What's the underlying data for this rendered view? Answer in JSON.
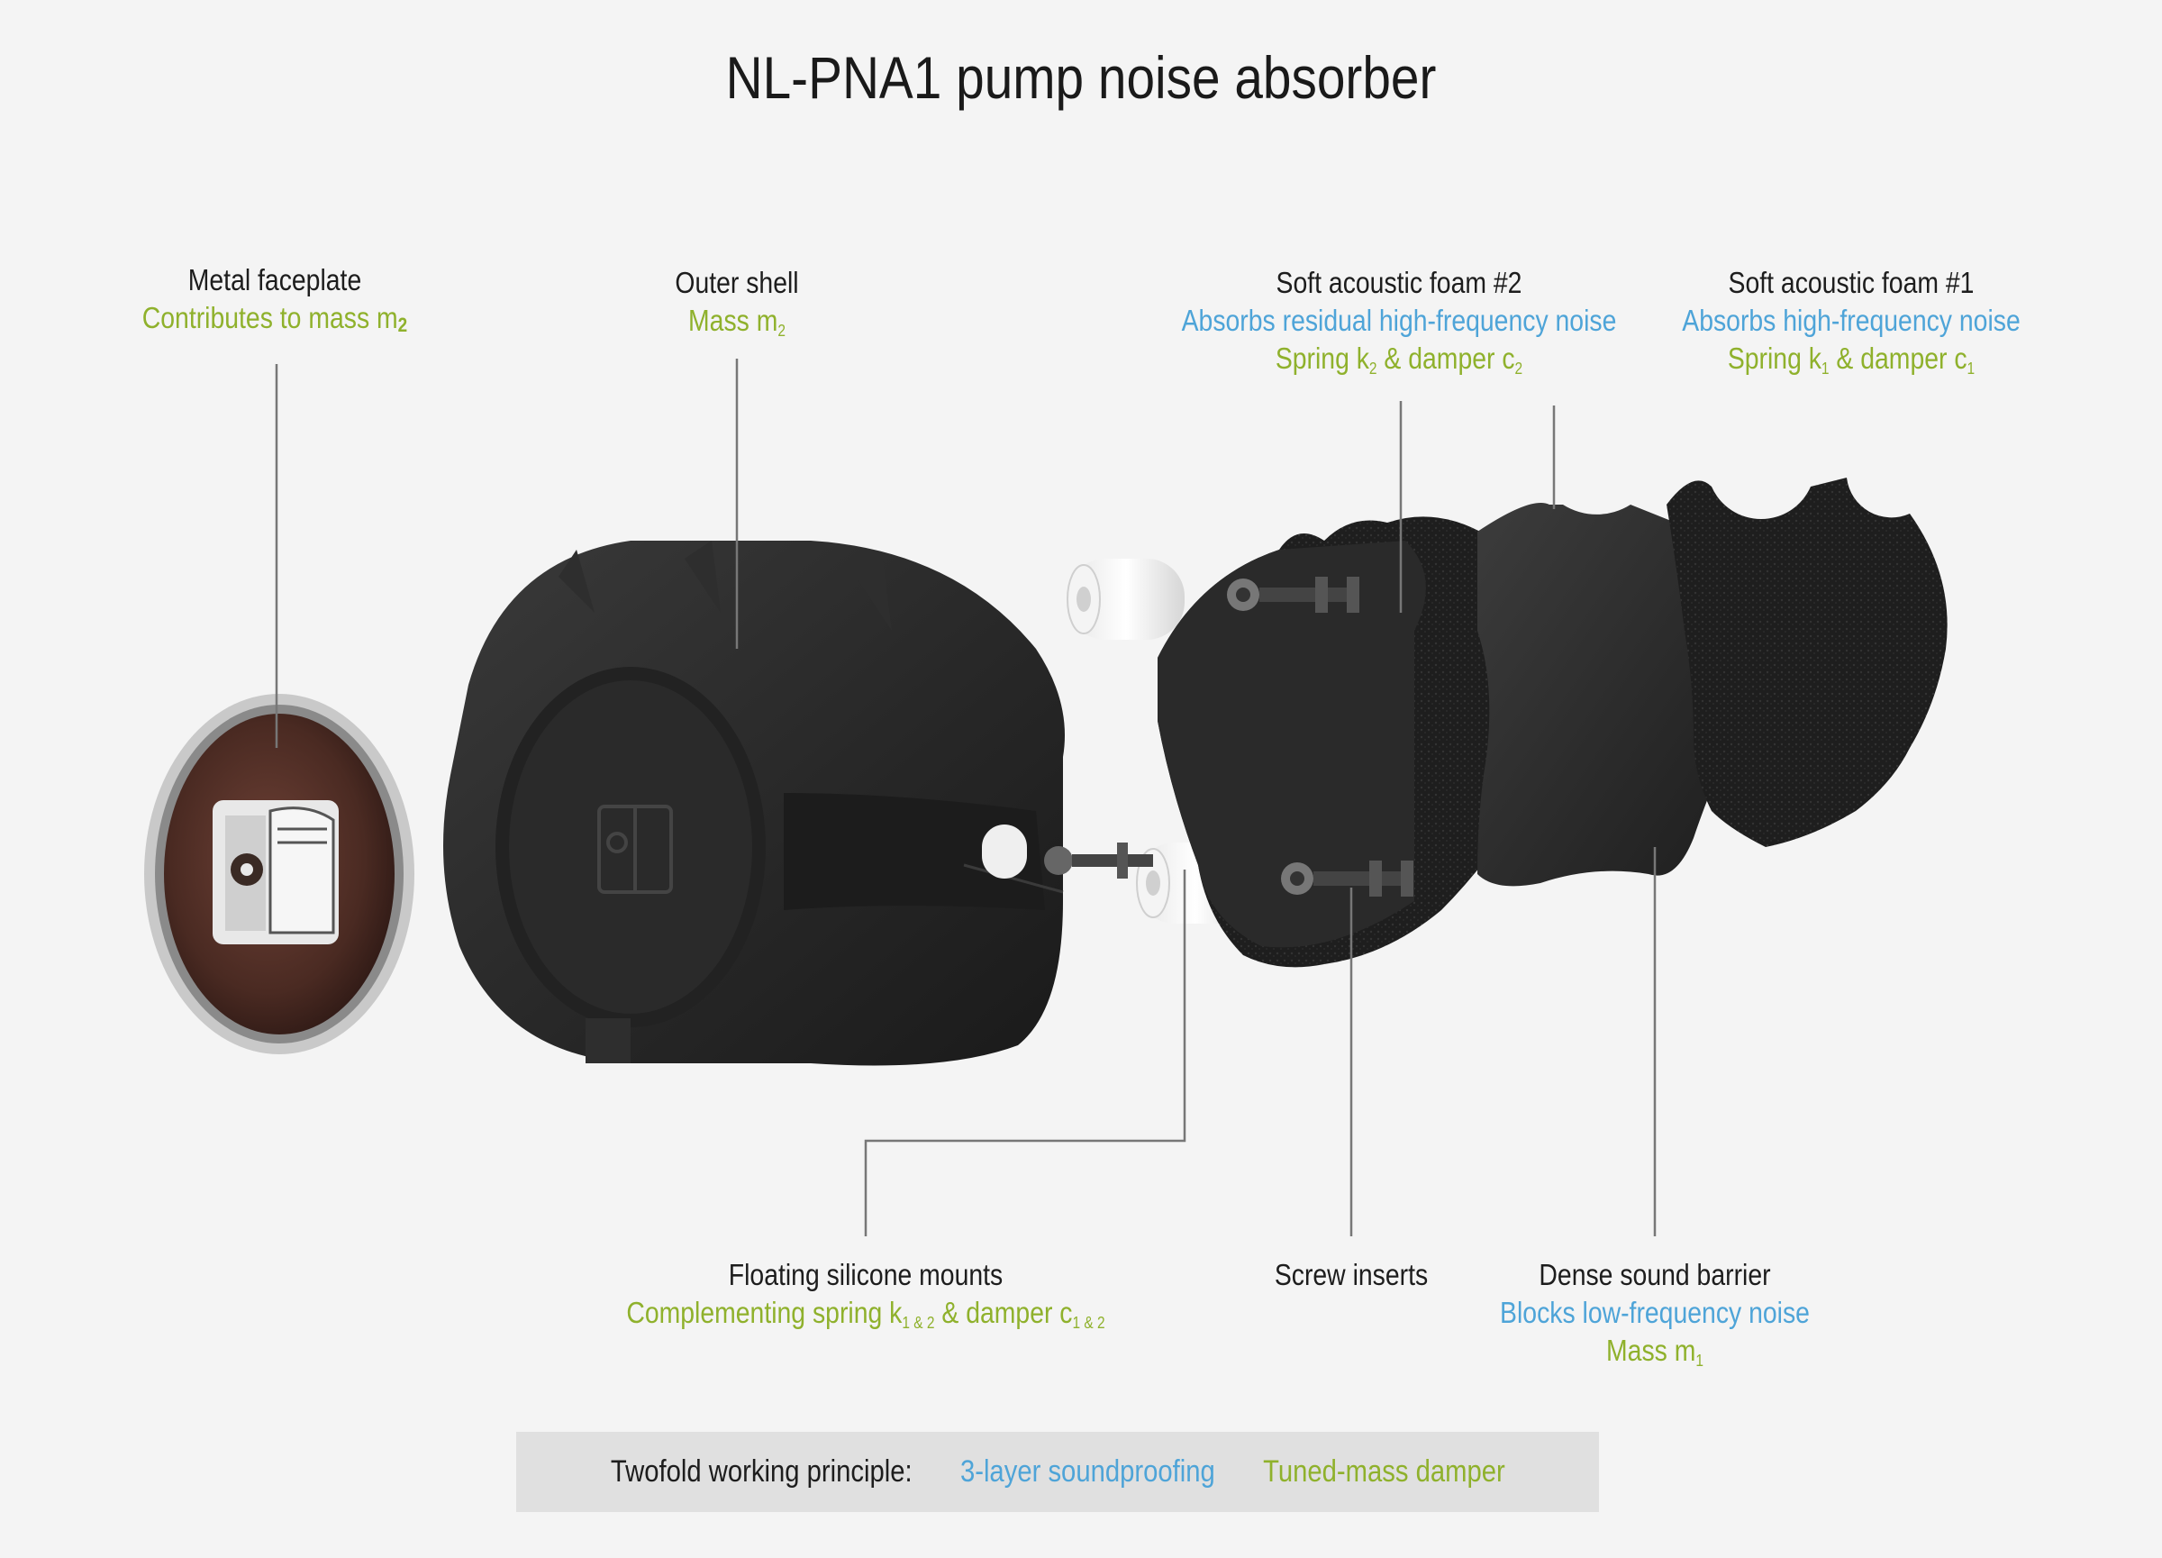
{
  "title": "NL-PNA1 pump noise absorber",
  "labels": {
    "metal_faceplate": {
      "name": "Metal faceplate",
      "desc_green": "Contributes to mass m",
      "sub": "2"
    },
    "outer_shell": {
      "name": "Outer shell",
      "desc_green": "Mass m",
      "sub": "2"
    },
    "foam2": {
      "name": "Soft acoustic foam #2",
      "desc_blue": "Absorbs residual high-frequency noise",
      "spring": "Spring k",
      "spring_sub": "2",
      "damper": " & damper c",
      "damper_sub": "2"
    },
    "foam1": {
      "name": "Soft acoustic foam #1",
      "desc_blue": "Absorbs high-frequency noise",
      "spring": "Spring k",
      "spring_sub": "1",
      "damper": " & damper c",
      "damper_sub": "1"
    },
    "silicone_mounts": {
      "name": "Floating silicone mounts",
      "spring": "Complementing spring k",
      "spring_sub": "1 & 2",
      "damper": " & damper c",
      "damper_sub": "1 & 2"
    },
    "screw_inserts": {
      "name": "Screw inserts"
    },
    "sound_barrier": {
      "name": "Dense sound barrier",
      "desc_blue": "Blocks low-frequency noise",
      "mass": "Mass m",
      "mass_sub": "1"
    }
  },
  "principle": {
    "label": "Twofold working principle:",
    "blue": "3-layer soundproofing",
    "green": "Tuned-mass damper"
  },
  "colors": {
    "blue": "#4ea4d8",
    "green": "#8fb12c",
    "background": "#f4f4f4",
    "box": "#e0e0e0"
  }
}
